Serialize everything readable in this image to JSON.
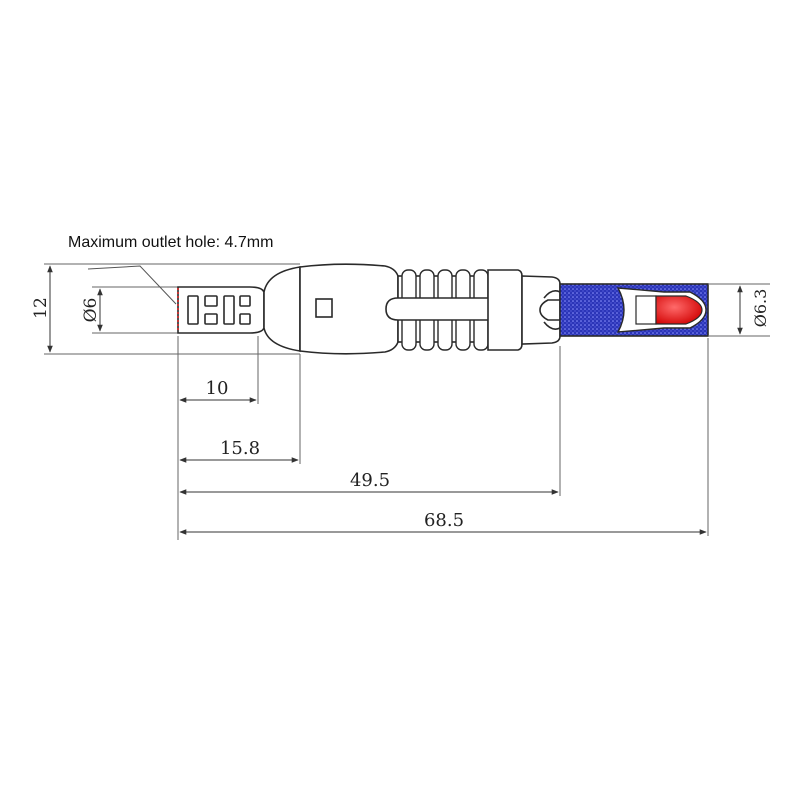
{
  "annotation": {
    "text": "Maximum outlet hole: 4.7mm"
  },
  "dimensions": {
    "height_overall": "12",
    "diameter_cable": "Ø6",
    "diameter_pin": "Ø6.3",
    "length_1": "10",
    "length_2": "15.8",
    "length_3": "49.5",
    "length_4": "68.5"
  },
  "colors": {
    "line": "#2a2a2a",
    "dim_line": "#555555",
    "pin_blue": "#2b35b8",
    "tip_red": "#e01010",
    "outlet_red": "#d81e1e"
  }
}
